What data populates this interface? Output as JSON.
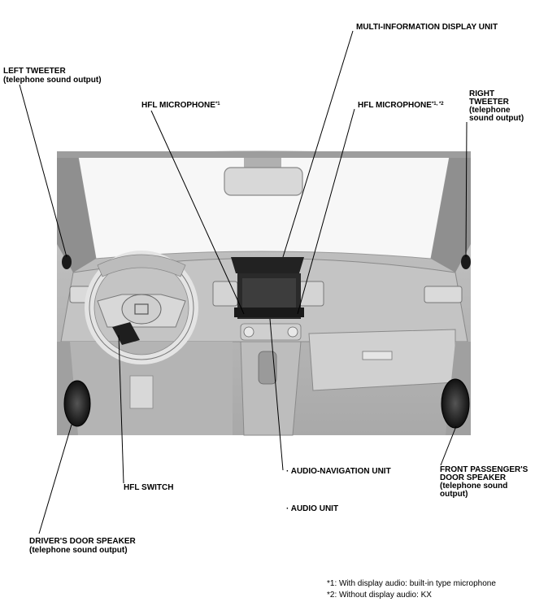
{
  "labels": {
    "multi_info_display": "MULTI-INFORMATION DISPLAY UNIT",
    "left_tweeter": "LEFT TWEETER",
    "left_tweeter_sub": "(telephone sound output)",
    "right_tweeter_1": "RIGHT",
    "right_tweeter_2": "TWEETER",
    "right_tweeter_3": "(telephone",
    "right_tweeter_4": "sound output)",
    "hfl_mic_left": "HFL MICROPHONE",
    "hfl_mic_left_sup": "*1",
    "hfl_mic_right": "HFL MICROPHONE",
    "hfl_mic_right_sup": "*1, *2",
    "audio_nav_unit": "· AUDIO-NAVIGATION UNIT",
    "audio_unit": "· AUDIO UNIT",
    "hfl_switch": "HFL SWITCH",
    "front_pass_1": "FRONT PASSENGER'S",
    "front_pass_2": "DOOR SPEAKER",
    "front_pass_3": "(telephone sound",
    "front_pass_4": "output)",
    "driver_door_1": "DRIVER'S DOOR SPEAKER",
    "driver_door_2": "(telephone sound output)"
  },
  "footnotes": {
    "note1": "*1: With display audio: built-in type microphone",
    "note2": "*2: Without display audio: KX"
  }
}
